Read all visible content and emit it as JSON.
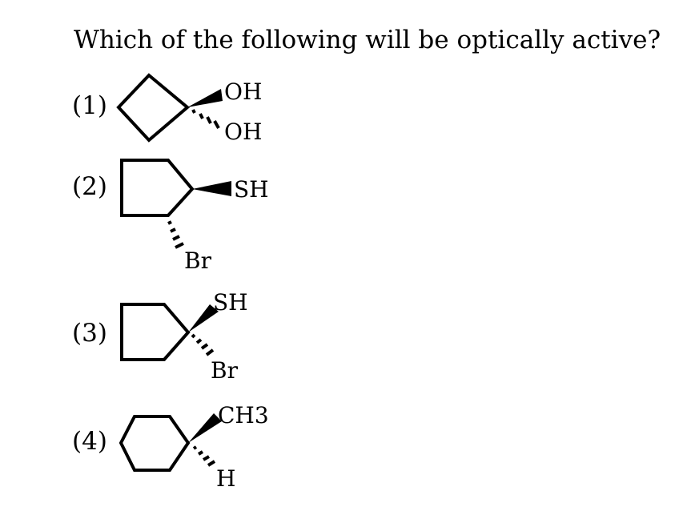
{
  "question": "Which of the following will be optically active?",
  "options": [
    {
      "label": "(1)",
      "substituents": [
        "OH",
        "OH"
      ]
    },
    {
      "label": "(2)",
      "substituents": [
        "SH",
        "Br"
      ]
    },
    {
      "label": "(3)",
      "substituents": [
        "SH",
        "Br"
      ]
    },
    {
      "label": "(4)",
      "substituents": [
        "CH3",
        "H"
      ]
    }
  ]
}
